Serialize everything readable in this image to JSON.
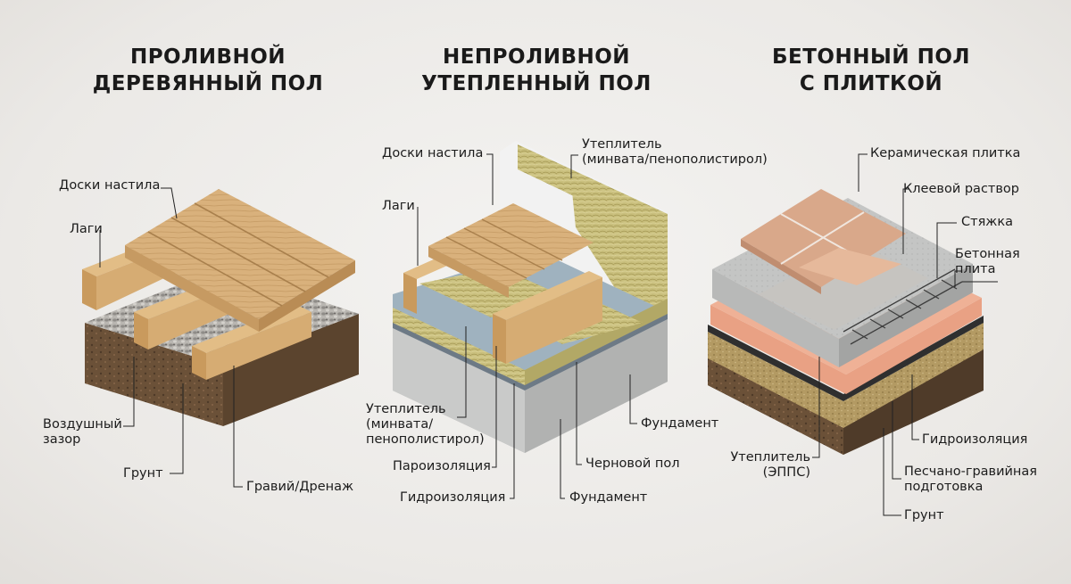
{
  "panels": [
    {
      "title_line1": "ПРОЛИВНОЙ",
      "title_line2": "ДЕРЕВЯННЫЙ ПОЛ",
      "labels": {
        "boards": "Доски настила",
        "joists": "Лаги",
        "air_gap_1": "Воздушный",
        "air_gap_2": "зазор",
        "soil": "Грунт",
        "gravel": "Гравий/Дренаж"
      }
    },
    {
      "title_line1": "НЕПРОЛИВНОЙ",
      "title_line2": "УТЕПЛЕННЫЙ ПОЛ",
      "labels": {
        "boards": "Доски настила",
        "insulation_top_1": "Утеплитель",
        "insulation_top_2": "(минвата/пенополистирол)",
        "joists": "Лаги",
        "insulation_1": "Утеплитель",
        "insulation_2": "(минвата/",
        "insulation_3": "пенополистирол)",
        "vapor_barrier": "Пароизоляция",
        "waterproofing": "Гидроизоляция",
        "foundation_right": "Фундамент",
        "subfloor": "Черновой пол",
        "foundation_bottom": "Фундамент"
      }
    },
    {
      "title_line1": "БЕТОННЫЙ ПОЛ",
      "title_line2": "С ПЛИТКОЙ",
      "labels": {
        "tile": "Керамическая плитка",
        "adhesive": "Клеевой раствор",
        "screed": "Стяжка",
        "slab_1": "Бетонная",
        "slab_2": "плита",
        "insulation_1": "Утеплитель",
        "insulation_2": "(ЭППС)",
        "waterproofing": "Гидроизоляция",
        "sand_gravel_1": "Песчано-гравийная",
        "sand_gravel_2": "подготовка",
        "soil": "Грунт"
      }
    }
  ]
}
